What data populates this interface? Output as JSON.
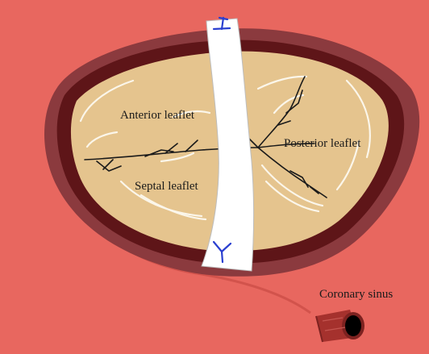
{
  "labels": {
    "anterior": "Anterior leaflet",
    "posterior": "Posterior leaflet",
    "septal": "Septal leaflet",
    "coronary_sinus": "Coronary sinus"
  },
  "colors": {
    "background": "#e8675f",
    "annulus_outer": "#8b3a3e",
    "annulus_inner": "#5e1518",
    "leaflet_fill": "#e5c48e",
    "chordae": "#1a1a1a",
    "ring": "#ffffff",
    "suture": "#2a3fd0",
    "sinus_tube": "#a5312d"
  },
  "icons": {
    "suture_top": "blue-suture-mark",
    "suture_bottom": "blue-suture-mark"
  }
}
